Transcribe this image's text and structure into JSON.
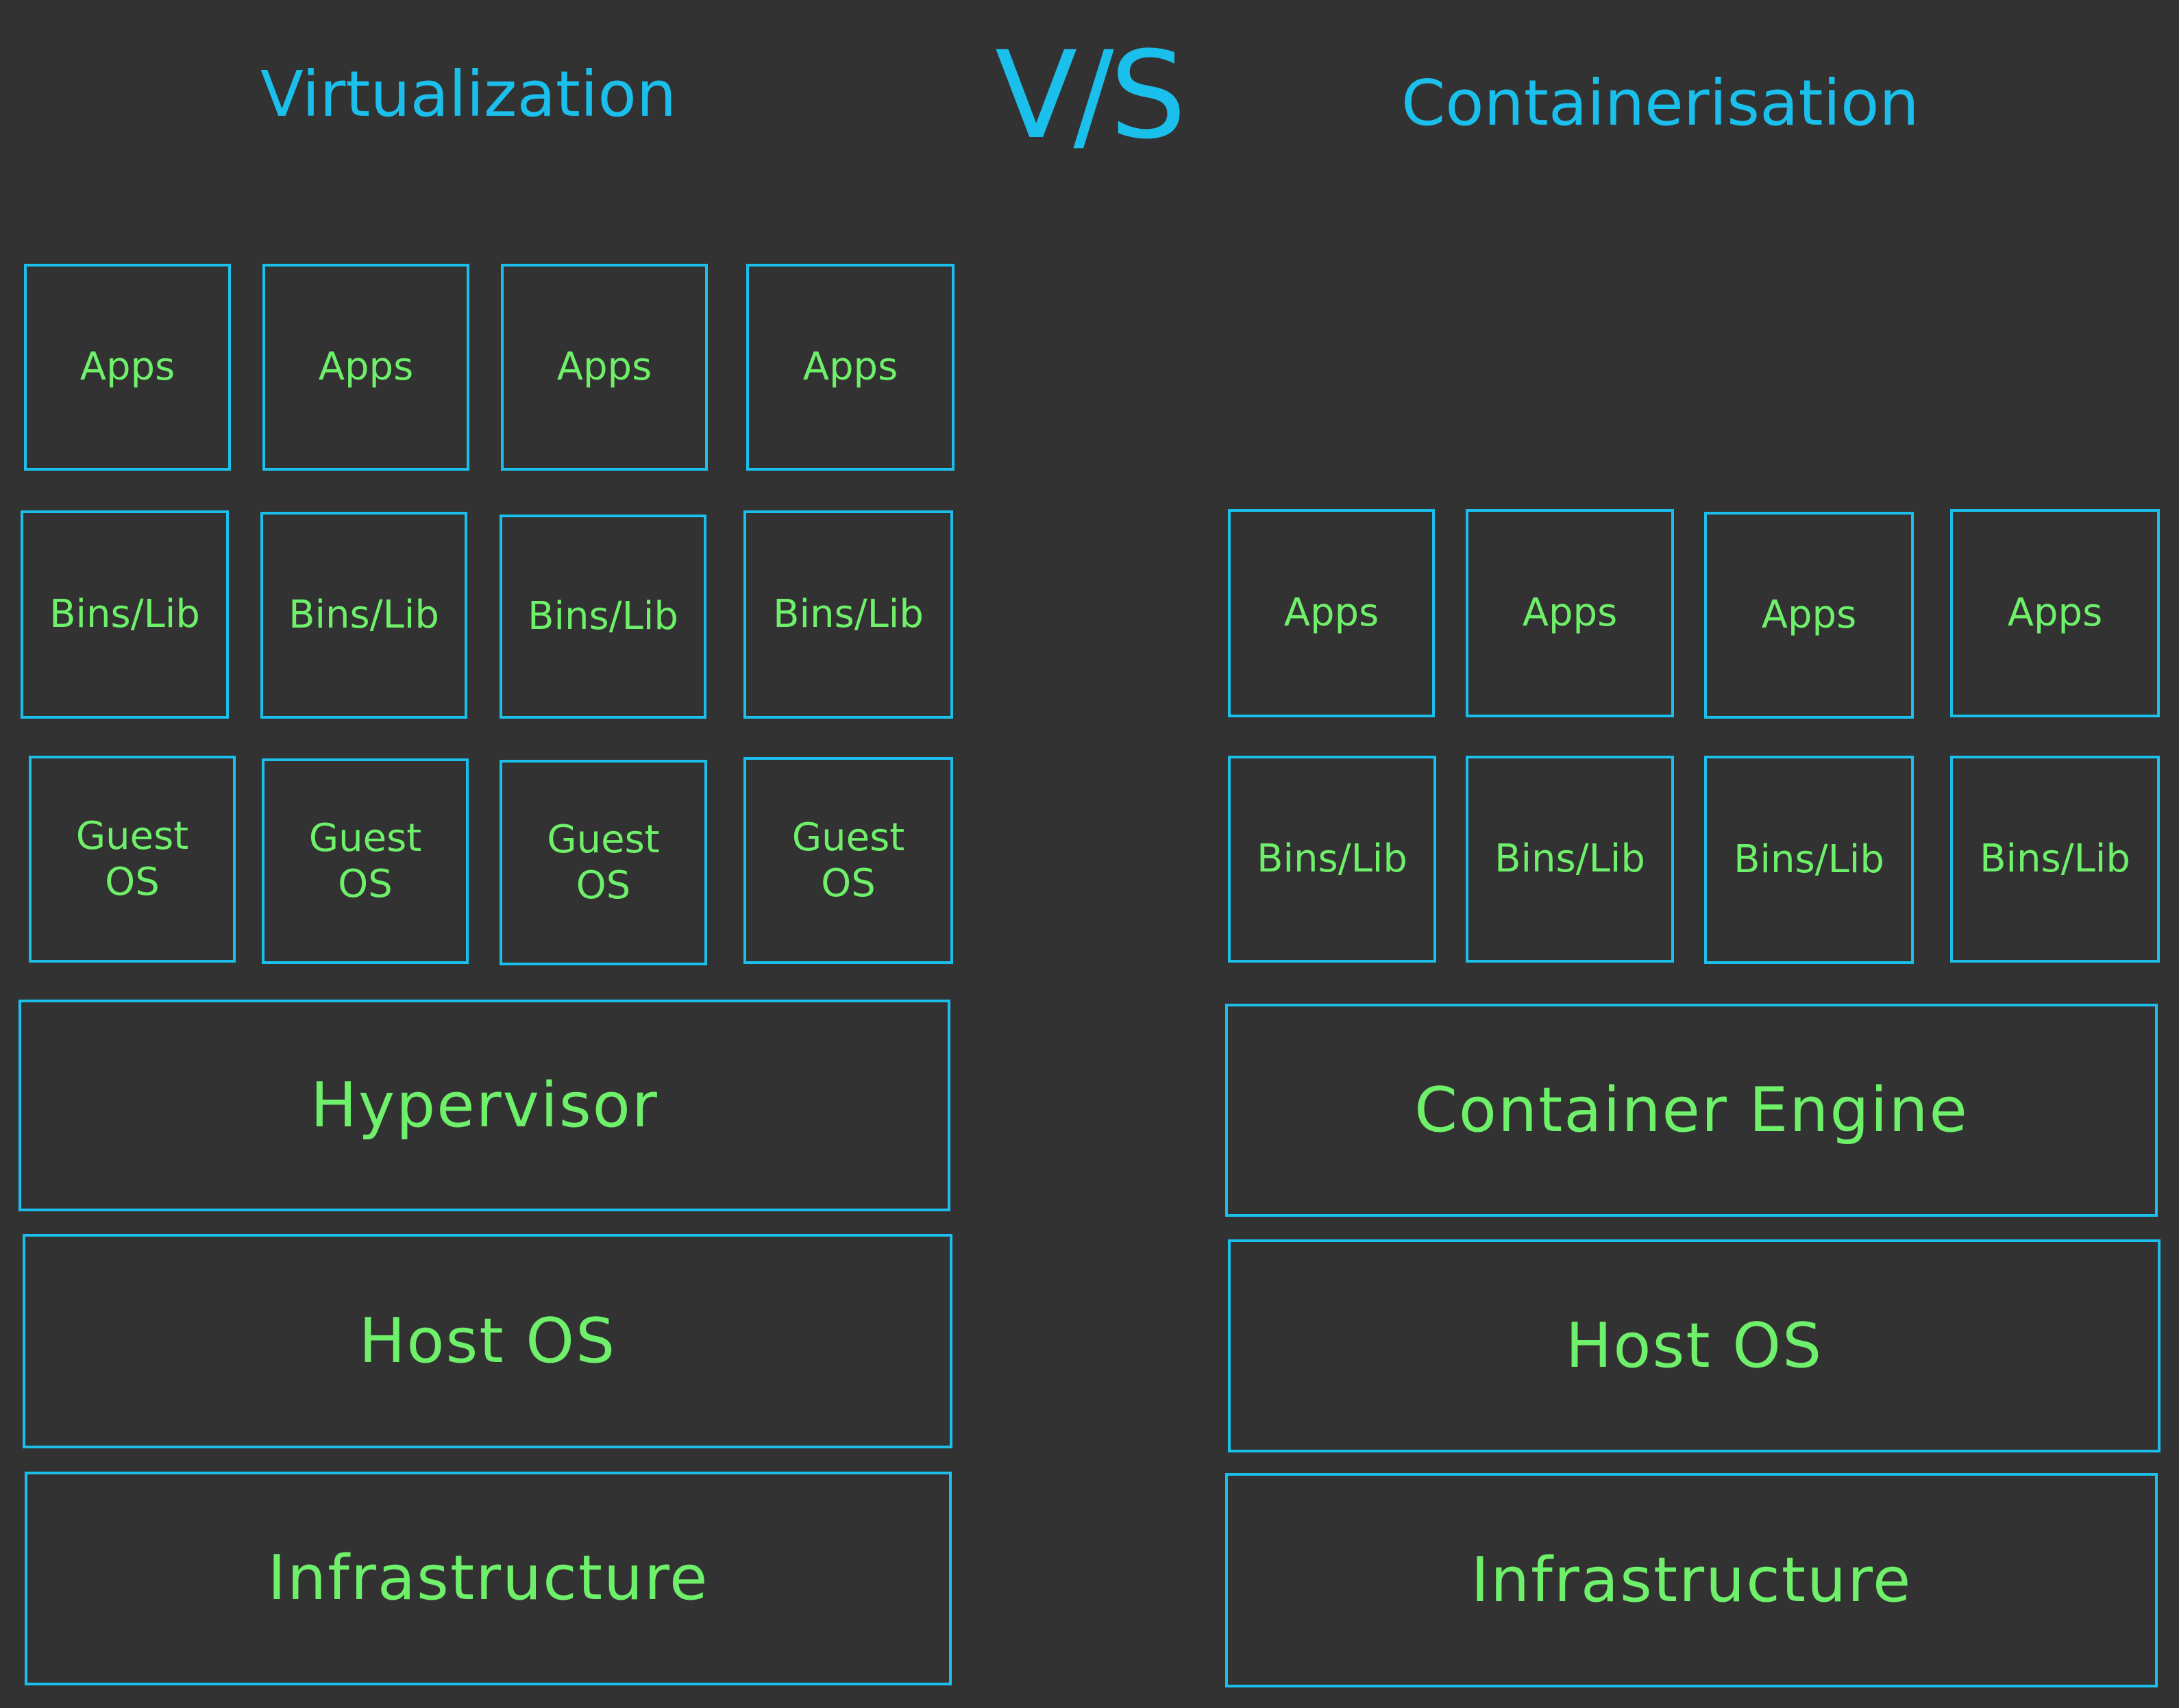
{
  "titles": {
    "left": "Virtualization",
    "vs": "V/S",
    "right": "Containerisation"
  },
  "virtualization": {
    "apps": [
      "Apps",
      "Apps",
      "Apps",
      "Apps"
    ],
    "bins": [
      "Bins/Lib",
      "Bins/Lib",
      "Bins/Lib",
      "Bins/Lib"
    ],
    "guest_os": [
      "Guest\nOS",
      "Guest\nOS",
      "Guest\nOS",
      "Guest\nOS"
    ],
    "hypervisor": "Hypervisor",
    "host_os": "Host OS",
    "infrastructure": "Infrastructure"
  },
  "containerisation": {
    "apps": [
      "Apps",
      "Apps",
      "Apps",
      "Apps"
    ],
    "bins": [
      "Bins/Lib",
      "Bins/Lib",
      "Bins/Lib",
      "Bins/Lib"
    ],
    "container_engine": "Container Engine",
    "host_os": "Host OS",
    "infrastructure": "Infrastructure"
  },
  "colors": {
    "background": "#323232",
    "outline": "#1bbfeb",
    "label": "#6ef06a"
  }
}
